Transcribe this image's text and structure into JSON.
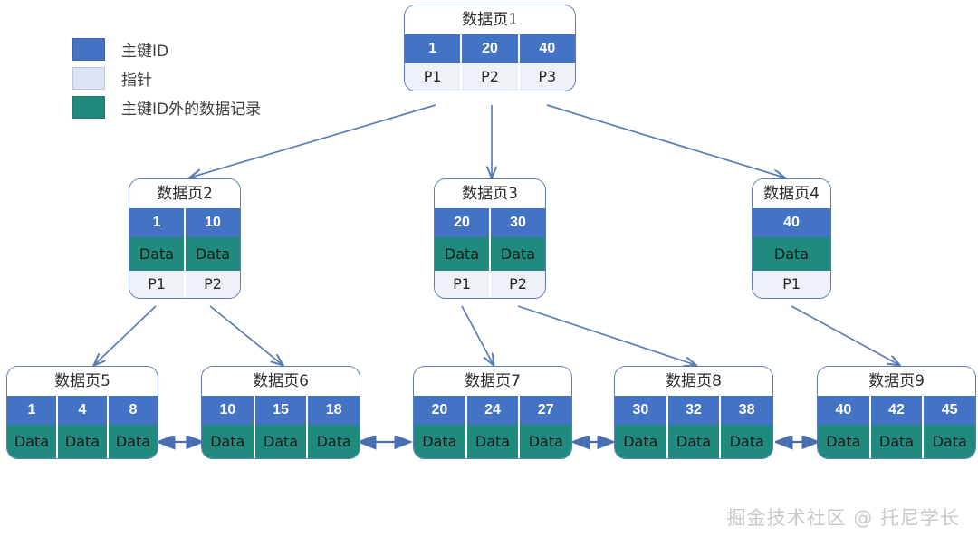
{
  "diagram": {
    "title": "B+ Tree Index Structure",
    "colors": {
      "key_blue": "#4472c4",
      "pointer_light": "#eef1f7",
      "data_teal": "#1f8a7d",
      "edge_blue": "#5b7cb5",
      "node_border": "#5b7cb5",
      "watermark_gray": "#c9c9c9"
    }
  },
  "legend": {
    "items": [
      {
        "swatch": "key-color-swatch",
        "label": "主键ID"
      },
      {
        "swatch": "pointer-color-swatch",
        "label": "指针"
      },
      {
        "swatch": "data-color-swatch",
        "label": "主键ID外的数据记录"
      }
    ]
  },
  "nodes": {
    "page1": {
      "title": "数据页1",
      "keys": [
        "1",
        "20",
        "40"
      ],
      "pointers": [
        "P1",
        "P2",
        "P3"
      ]
    },
    "page2": {
      "title": "数据页2",
      "keys": [
        "1",
        "10"
      ],
      "data": [
        "Data",
        "Data"
      ],
      "pointers": [
        "P1",
        "P2"
      ]
    },
    "page3": {
      "title": "数据页3",
      "keys": [
        "20",
        "30"
      ],
      "data": [
        "Data",
        "Data"
      ],
      "pointers": [
        "P1",
        "P2"
      ]
    },
    "page4": {
      "title": "数据页4",
      "keys": [
        "40"
      ],
      "data": [
        "Data"
      ],
      "pointers": [
        "P1"
      ]
    },
    "page5": {
      "title": "数据页5",
      "keys": [
        "1",
        "4",
        "8"
      ],
      "data": [
        "Data",
        "Data",
        "Data"
      ]
    },
    "page6": {
      "title": "数据页6",
      "keys": [
        "10",
        "15",
        "18"
      ],
      "data": [
        "Data",
        "Data",
        "Data"
      ]
    },
    "page7": {
      "title": "数据页7",
      "keys": [
        "20",
        "24",
        "27"
      ],
      "data": [
        "Data",
        "Data",
        "Data"
      ]
    },
    "page8": {
      "title": "数据页8",
      "keys": [
        "30",
        "32",
        "38"
      ],
      "data": [
        "Data",
        "Data",
        "Data"
      ]
    },
    "page9": {
      "title": "数据页9",
      "keys": [
        "40",
        "42",
        "45"
      ],
      "data": [
        "Data",
        "Data",
        "Data"
      ]
    }
  },
  "watermark": {
    "text": "掘金技术社区 @ 托尼学长"
  }
}
